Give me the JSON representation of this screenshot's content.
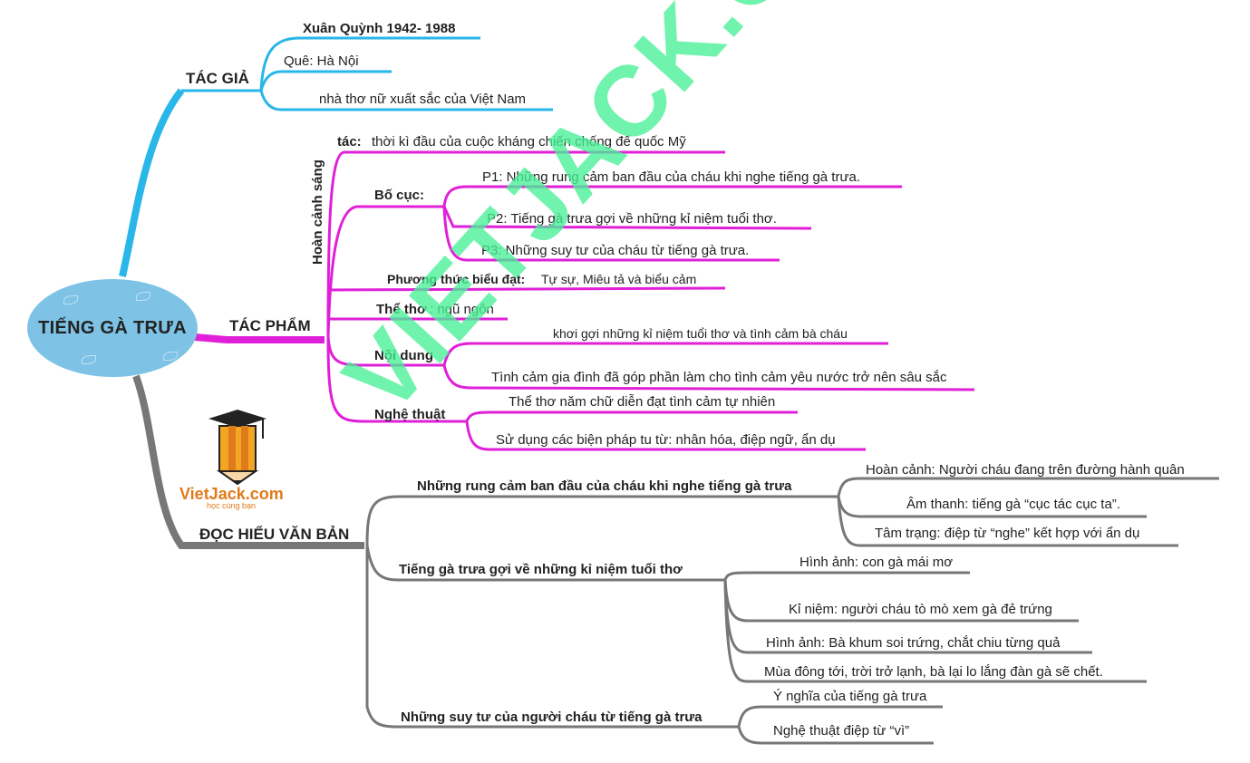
{
  "center": {
    "title": "TIẾNG GÀ TRƯA"
  },
  "branches": {
    "tac_gia": {
      "label": "TÁC GIẢ",
      "items": [
        "Xuân Quỳnh 1942- 1988",
        "Quê: Hà Nội",
        "nhà thơ nữ xuất sắc của Việt Nam"
      ]
    },
    "tac_pham": {
      "label": "TÁC PHẨM",
      "hoan_canh": {
        "label": "Hoàn cảnh sáng",
        "label_tail": "tác:",
        "text": "thời kì đầu của cuộc kháng chiến chống đế quốc Mỹ"
      },
      "bo_cuc": {
        "label": "Bố cục:",
        "items": [
          "P1: Những rung cảm ban đầu của cháu khi nghe tiếng gà trưa.",
          "P2: Tiếng gà trưa gợi về những kỉ niệm tuổi thơ.",
          "P3: Những suy tư của cháu từ tiếng gà trưa."
        ]
      },
      "phuong_thuc": {
        "label": "Phương thức biểu đạt:",
        "text": "Tự sự, Miêu tả và biểu cảm"
      },
      "the_tho": {
        "label": "Thể thơ",
        "text": ": ngũ ngôn"
      },
      "noi_dung": {
        "label": "Nội dung",
        "items": [
          "khơi gợi những kỉ niệm tuổi thơ và tình cảm bà cháu",
          "Tình cảm gia đình đã góp phần làm cho tình cảm yêu nước trở nên sâu sắc"
        ]
      },
      "nghe_thuat": {
        "label": "Nghệ thuật",
        "items": [
          "Thể thơ năm chữ diễn đạt tình cảm tự nhiên",
          "Sử dụng các biện pháp tu từ: nhân hóa, điệp ngữ, ẩn dụ"
        ]
      }
    },
    "doc_hieu": {
      "label": "ĐỌC HIỂU VĂN BẢN",
      "sections": [
        {
          "label": "Những rung cảm ban đầu của cháu khi nghe tiếng gà trưa",
          "items": [
            "Hoàn cảnh: Người cháu đang trên đường hành quân",
            "Âm thanh: tiếng gà “cục tác cục ta”.",
            "Tâm trạng: điệp từ “nghe” kết hợp với ẩn dụ"
          ]
        },
        {
          "label": "Tiếng gà trưa gợi về những kỉ niệm tuổi thơ",
          "items": [
            "Hình ảnh: con gà mái mơ",
            "Kỉ niệm: người cháu tò mò xem gà đẻ trứng",
            "Hình ảnh: Bà khum soi trứng, chắt chiu từng quả",
            "Mùa đông tới, trời trở lạnh, bà lại lo lắng đàn gà sẽ chết."
          ]
        },
        {
          "label": "Những suy tư của người cháu từ tiếng gà trưa",
          "items": [
            "Ý nghĩa của tiếng gà trưa",
            "Nghệ thuật điệp từ “vì”"
          ]
        }
      ]
    }
  },
  "logo": {
    "name": "VietJack.com",
    "tagline": "học cùng bạn"
  },
  "watermark": "VIETJACK.COM",
  "colors": {
    "tac_gia": "#29b6e8",
    "tac_pham": "#e020d8",
    "doc_hieu": "#777777",
    "center": "#7ec3e6",
    "watermark": "#46f096",
    "logo": "#e07b1b"
  }
}
